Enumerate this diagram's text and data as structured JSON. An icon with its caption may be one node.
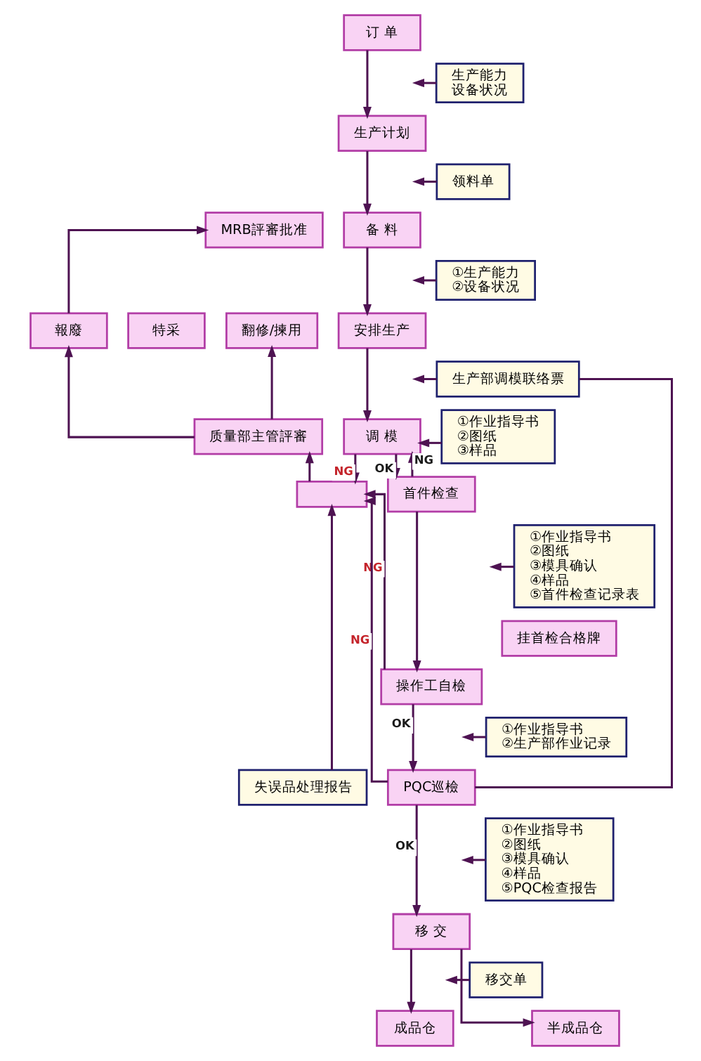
{
  "diagram": {
    "nodes": [
      {
        "text": [
          "订 单"
        ]
      },
      {
        "text": [
          "生产能力",
          "设备状况"
        ]
      },
      {
        "text": [
          "生产计划"
        ]
      },
      {
        "text": [
          "MRB評審批准"
        ]
      },
      {
        "text": [
          "领料单"
        ]
      },
      {
        "text": [
          "备 料"
        ]
      },
      {
        "text": [
          "①生产能力",
          "②设备状况"
        ]
      },
      {
        "text": [
          "報廢"
        ]
      },
      {
        "text": [
          "特采"
        ]
      },
      {
        "text": [
          "翻修/揀用"
        ]
      },
      {
        "text": [
          "安排生产"
        ]
      },
      {
        "text": [
          "生产部调模联络票"
        ]
      },
      {
        "text": [
          "调 模"
        ]
      },
      {
        "text": [
          "①作业指导书",
          "②图纸",
          "③样品"
        ]
      },
      {
        "text": [
          "质量部主管評審"
        ]
      },
      {
        "text": [
          "首件检查"
        ]
      },
      {
        "text": [],
        "shape": "box"
      },
      {
        "text": [
          "①作业指导书",
          "②图纸",
          "③模具确认",
          "④样品",
          "⑤首件检查记录表"
        ]
      },
      {
        "text": [
          "挂首检合格牌"
        ]
      },
      {
        "text": [
          "操作工自檢"
        ]
      },
      {
        "text": [
          "①作业指导书",
          "②生产部作业记录"
        ]
      },
      {
        "text": [
          "失误品处理报告"
        ]
      },
      {
        "text": [
          "PQC巡檢"
        ]
      },
      {
        "text": [
          "①作业指导书",
          "②图纸",
          "③模具确认",
          "④样品",
          "⑤PQC检查报告"
        ]
      },
      {
        "text": [
          "移 交"
        ]
      },
      {
        "text": [
          "移交单"
        ]
      },
      {
        "text": [
          "成品仓"
        ]
      },
      {
        "text": [
          "半成品仓"
        ]
      }
    ],
    "edges": [
      {
        "from": 0,
        "to": 2,
        "arrow": "to"
      },
      {
        "from": 1,
        "to": null,
        "arrow": "to"
      },
      {
        "from": 2,
        "to": 5,
        "arrow": "to"
      },
      {
        "from": 4,
        "to": null,
        "arrow": "to"
      },
      {
        "from": 5,
        "to": 10,
        "arrow": "to"
      },
      {
        "from": 6,
        "to": null,
        "arrow": "to"
      },
      {
        "from": 10,
        "to": 12,
        "arrow": "to"
      },
      {
        "from": 11,
        "to": null,
        "arrow": "to"
      },
      {
        "from": 13,
        "to": 12,
        "arrow": "to"
      },
      {
        "from": 12,
        "to": 16,
        "arrow": "to",
        "label": "NG"
      },
      {
        "from": 12,
        "to": 15,
        "arrow": "to",
        "label": "OK"
      },
      {
        "from": 15,
        "to": 12,
        "arrow": "to",
        "label": "NG"
      },
      {
        "from": 16,
        "to": 14,
        "arrow": "to"
      },
      {
        "from": 14,
        "to": 7,
        "arrow": "to"
      },
      {
        "from": 14,
        "to": 9,
        "arrow": "to"
      },
      {
        "from": 7,
        "to": 3,
        "arrow": "to"
      },
      {
        "from": 17,
        "to": null,
        "arrow": "to"
      },
      {
        "from": 15,
        "to": 19,
        "arrow": "to"
      },
      {
        "from": 19,
        "to": 16,
        "arrow": "to",
        "label": "NG"
      },
      {
        "from": 19,
        "to": 22,
        "arrow": "to",
        "label": "OK"
      },
      {
        "from": 20,
        "to": null,
        "arrow": "to"
      },
      {
        "from": 21,
        "to": 16,
        "arrow": "to"
      },
      {
        "from": 22,
        "to": 16,
        "arrow": "to",
        "label": "NG"
      },
      {
        "from": 22,
        "to": 11,
        "arrow": "none"
      },
      {
        "from": 22,
        "to": 24,
        "arrow": "to",
        "label": "OK"
      },
      {
        "from": 23,
        "to": null,
        "arrow": "to"
      },
      {
        "from": 24,
        "to": 26,
        "arrow": "to"
      },
      {
        "from": 24,
        "to": 27,
        "arrow": "to"
      },
      {
        "from": 25,
        "to": null,
        "arrow": "to"
      }
    ]
  }
}
